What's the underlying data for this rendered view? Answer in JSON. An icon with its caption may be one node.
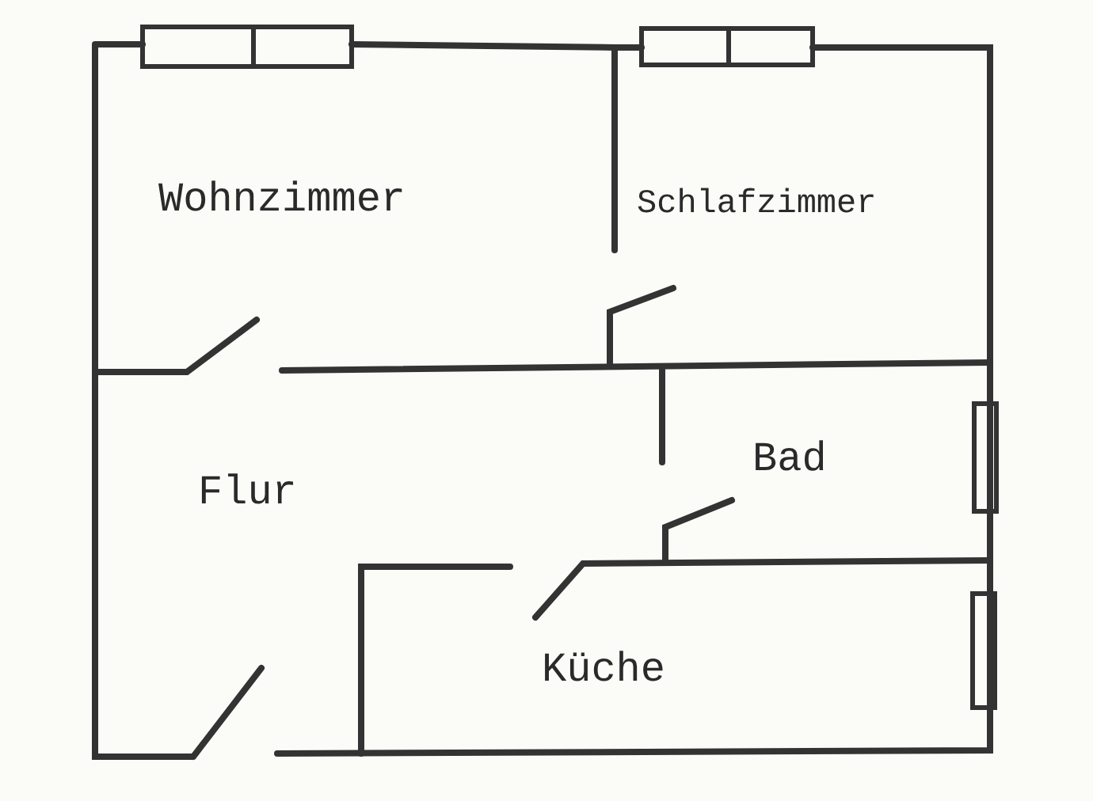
{
  "diagram": {
    "labels": [
      "Wohnzimmer",
      "Schlafzimmer",
      "Flur",
      "Bad",
      "Küche"
    ]
  }
}
